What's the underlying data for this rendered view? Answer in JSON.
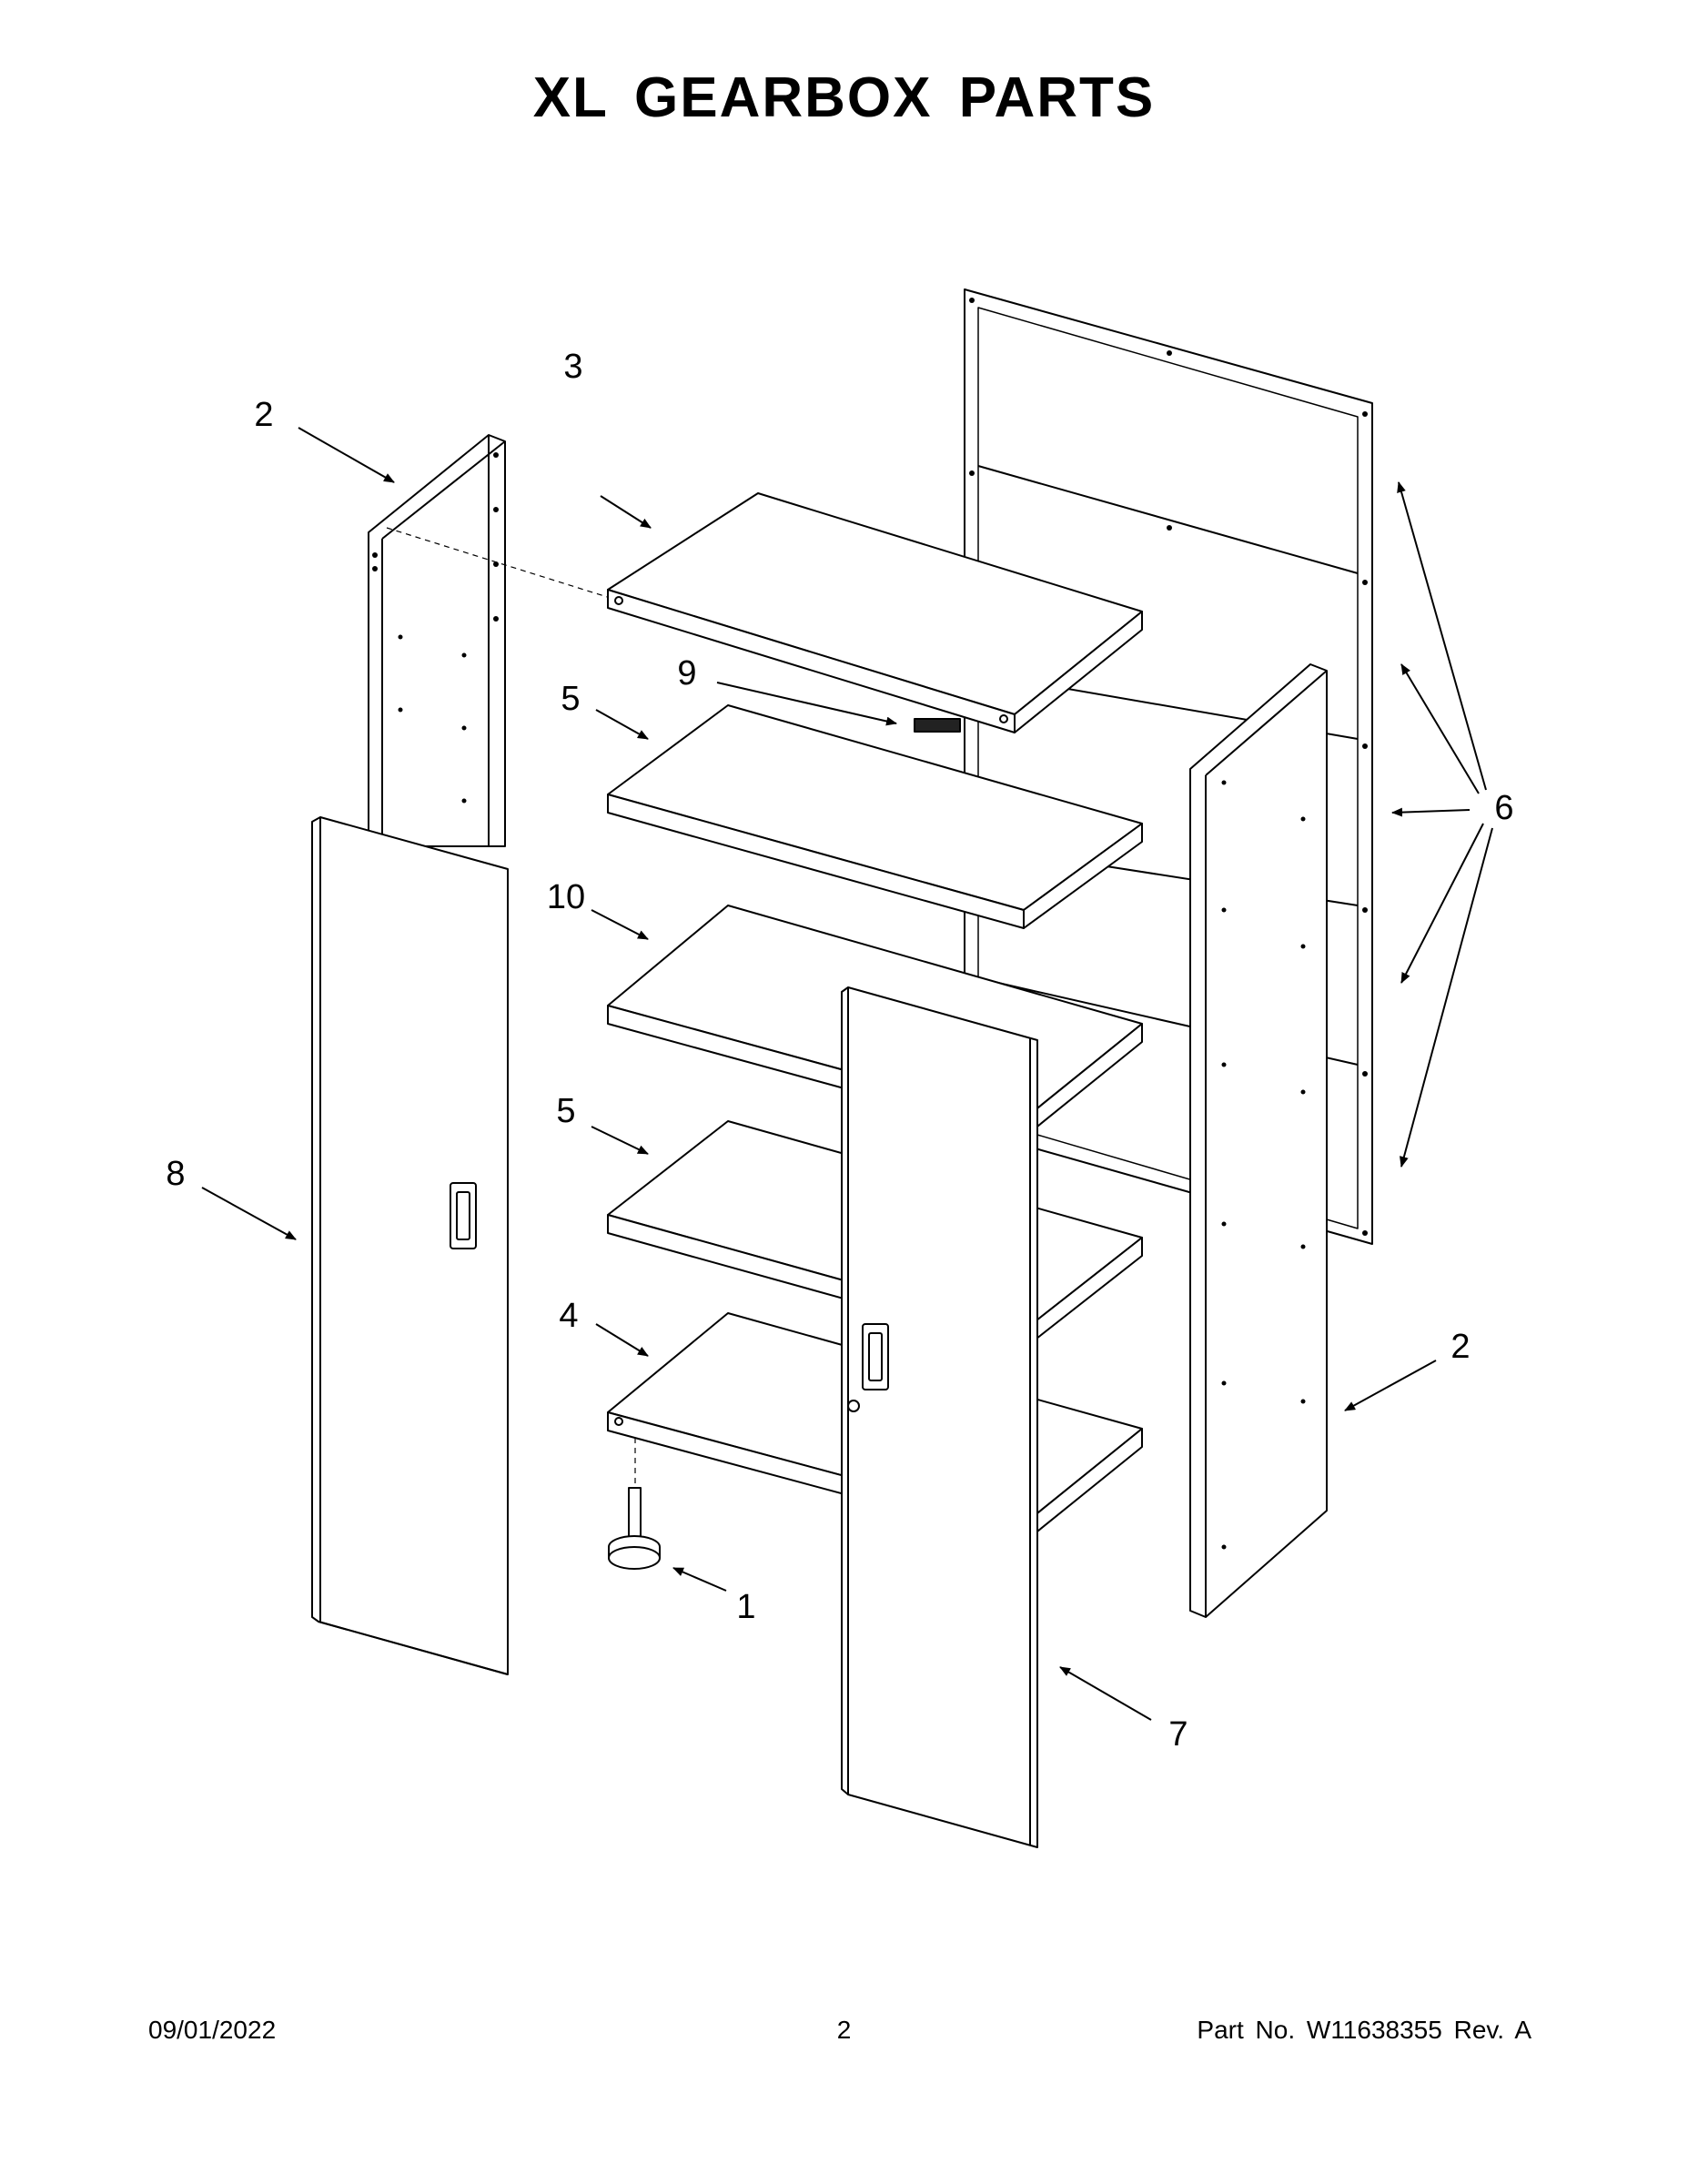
{
  "title": "XL GEARBOX PARTS",
  "callouts": {
    "c1": "1",
    "c2a": "2",
    "c2b": "2",
    "c3": "3",
    "c4": "4",
    "c5a": "5",
    "c5b": "5",
    "c6": "6",
    "c7": "7",
    "c8": "8",
    "c9": "9",
    "c10": "10"
  },
  "footer": {
    "date": "09/01/2022",
    "page": "2",
    "part_no": "Part No.  W11638355  Rev.  A"
  }
}
